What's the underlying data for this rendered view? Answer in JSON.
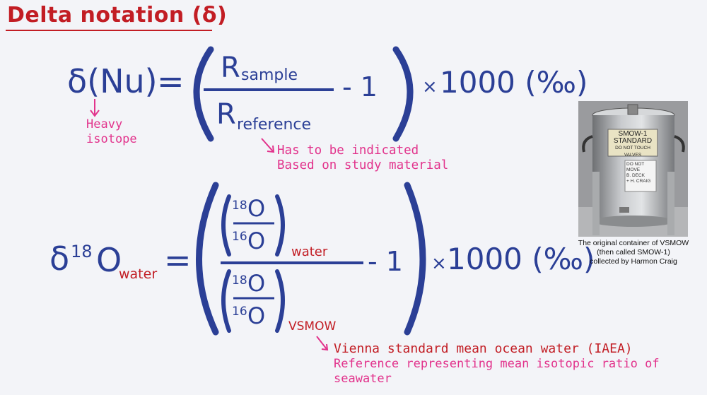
{
  "title": "Delta notation (δ)",
  "eq1": {
    "lhs": "δ(Nu)",
    "equals": "=",
    "numerator_R": "R",
    "numerator_sub": "sample",
    "denominator_R": "R",
    "denominator_sub": "reference",
    "minus_one": "- 1",
    "times": "×",
    "factor": "1000 (‰)"
  },
  "annotations": {
    "heavy_isotope": [
      "Heavy",
      "isotope"
    ],
    "reference_note": [
      "Has to be indicated",
      "Based on study material"
    ]
  },
  "eq2": {
    "lhs_delta": "δ",
    "lhs_sup": "18",
    "lhs_O": "O",
    "lhs_sub": "water",
    "equals": "=",
    "num_top_sup": "18",
    "num_top_O": "O",
    "num_bot_sup": "16",
    "num_bot_O": "O",
    "num_sub": "water",
    "den_top_sup": "18",
    "den_top_O": "O",
    "den_bot_sup": "16",
    "den_bot_O": "O",
    "den_sub": "VSMOW",
    "minus_one": "- 1",
    "times": "×",
    "factor": "1000 (‰)"
  },
  "vsmow_note": {
    "line1": "Vienna standard mean ocean water (IAEA)",
    "line2": "Reference representing mean isotopic ratio of",
    "line3": "seawater"
  },
  "photo": {
    "label1": "SMOW-1",
    "label2": "STANDARD",
    "label3": "DO NOT TOUCH VALVES",
    "tag1": "DO NOT",
    "tag2": "MOVE",
    "tag3": "B. DECK",
    "tag4": "+ H. CRAIG",
    "caption": [
      "The original container of  VSMOW",
      "(then called SMOW-1)",
      "collected by Harmon Craig"
    ]
  },
  "colors": {
    "blue": "#2b3f96",
    "pink": "#e2338c",
    "red": "#c21d24",
    "background": "#f3f4f8"
  }
}
